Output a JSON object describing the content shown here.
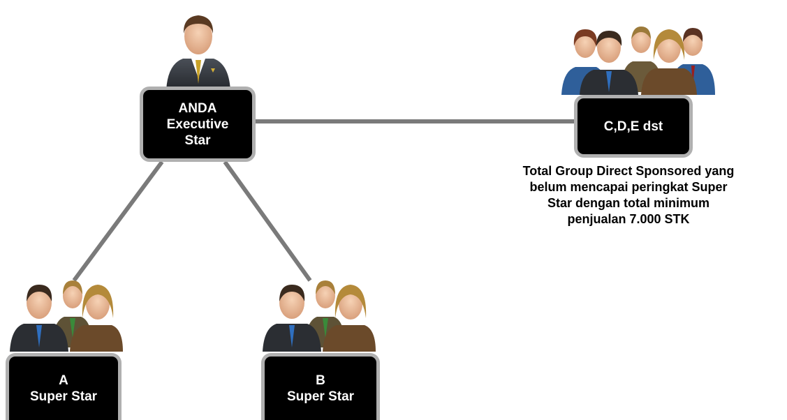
{
  "nodes": {
    "anda": {
      "lines": [
        "ANDA",
        "Executive",
        "Star"
      ]
    },
    "cde": {
      "lines": [
        "C,D,E dst"
      ]
    },
    "a": {
      "lines": [
        "A",
        "Super Star"
      ]
    },
    "b": {
      "lines": [
        "B",
        "Super Star"
      ]
    }
  },
  "cde_caption": {
    "lines": [
      "Total Group Direct Sponsored yang",
      "belum mencapai peringkat Super",
      "Star dengan total minimum",
      "penjualan 7.000 STK"
    ]
  },
  "icons": {
    "anda": "single-businessman-icon",
    "cde": "group-of-five-people-icon",
    "a": "group-of-three-people-icon",
    "b": "group-of-three-people-icon"
  },
  "colors": {
    "box_fill": "#000000",
    "box_border": "#b0b0b0",
    "connector": "#7a7a7a",
    "box_text": "#ffffff"
  }
}
